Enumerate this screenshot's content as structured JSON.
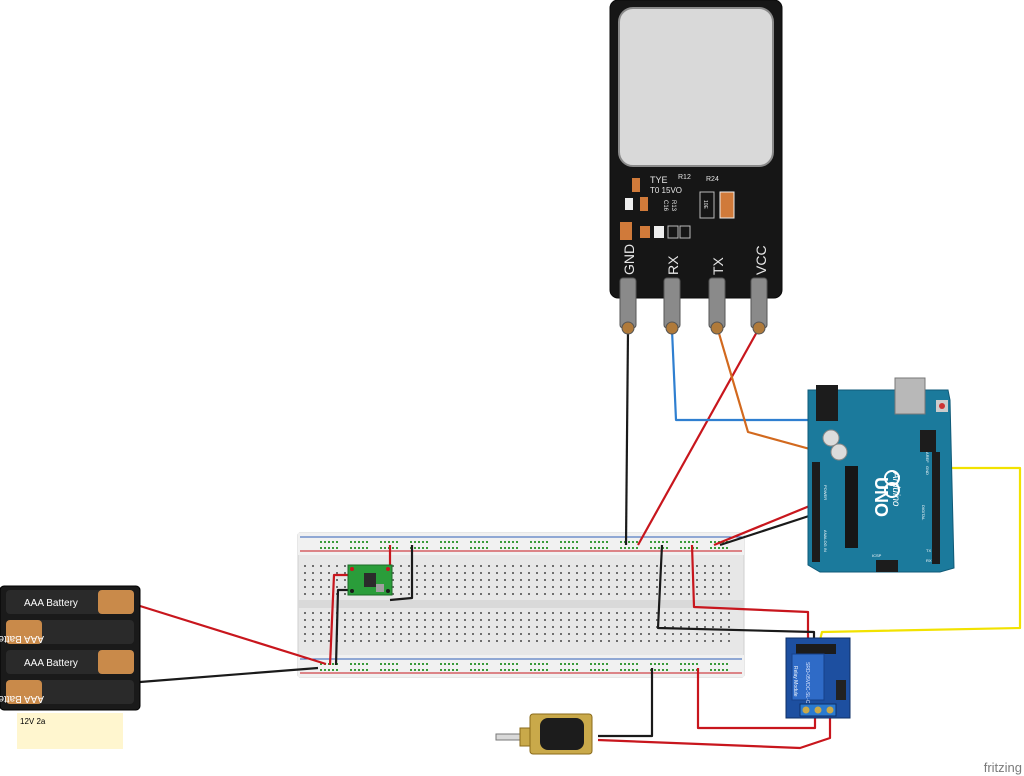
{
  "sensor": {
    "pins": [
      "GND",
      "RX",
      "TX",
      "VCC"
    ],
    "chip_labels": {
      "tye": "TYE",
      "voltage": "T0 15VO",
      "r12": "R12",
      "r24": "R24",
      "c16": "C16",
      "r13": "R13",
      "res_code": "10E"
    }
  },
  "battery_pack": {
    "cells": [
      "AAA Battery",
      "AAA Battery",
      "AAA Battery",
      "AAA Battery"
    ],
    "note": "12V 2a"
  },
  "arduino": {
    "logo_text": "Arduino",
    "model": "UNO",
    "aref": "AREF",
    "gnd": "GND",
    "digital": "DIGITAL",
    "power": "POWER",
    "analog": "ANALOG IN",
    "icsp": "ICSP",
    "tx": "TX",
    "rx": "RX"
  },
  "relay": {
    "brand": "SRD-05VDC-SL-C",
    "label": "Relay Module"
  },
  "watermark": "fritzing",
  "colors": {
    "wire_black": "#1a1a1a",
    "wire_red": "#c8161d",
    "wire_blue": "#2f7fd0",
    "wire_orange": "#d2691e",
    "wire_yellow": "#f2e200",
    "arduino_teal": "#1b7a9c",
    "breadboard": "#e8e8e8",
    "relay_blue": "#1d4fa0"
  }
}
